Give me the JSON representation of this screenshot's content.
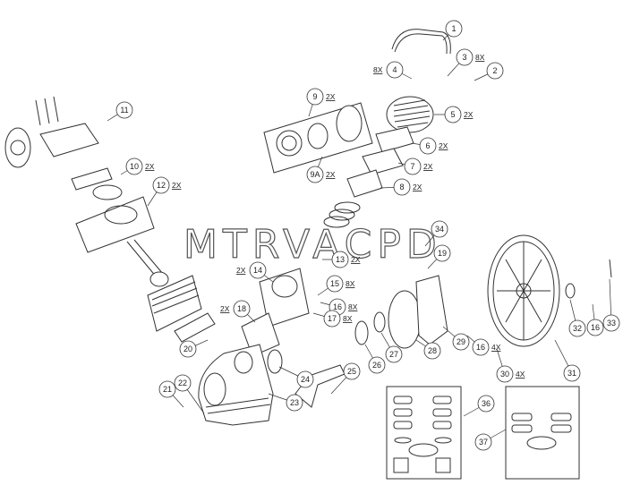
{
  "watermark": "MTRVACPD",
  "callouts": [
    {
      "id": "1",
      "qty": ""
    },
    {
      "id": "2",
      "qty": ""
    },
    {
      "id": "3",
      "qty": "8X"
    },
    {
      "id": "4",
      "qty": "8X"
    },
    {
      "id": "5",
      "qty": "2X"
    },
    {
      "id": "6",
      "qty": "2X"
    },
    {
      "id": "7",
      "qty": "2X"
    },
    {
      "id": "8",
      "qty": "2X"
    },
    {
      "id": "9",
      "qty": "2X"
    },
    {
      "id": "9A",
      "qty": "2X"
    },
    {
      "id": "10",
      "qty": "2X"
    },
    {
      "id": "11",
      "qty": ""
    },
    {
      "id": "12",
      "qty": "2X"
    },
    {
      "id": "13",
      "qty": "2X"
    },
    {
      "id": "14",
      "qty": "2X"
    },
    {
      "id": "15",
      "qty": "8X"
    },
    {
      "id": "16",
      "qty": "8X"
    },
    {
      "id": "17",
      "qty": "8X"
    },
    {
      "id": "18",
      "qty": "2X"
    },
    {
      "id": "19",
      "qty": ""
    },
    {
      "id": "20",
      "qty": ""
    },
    {
      "id": "21",
      "qty": ""
    },
    {
      "id": "22",
      "qty": ""
    },
    {
      "id": "23",
      "qty": ""
    },
    {
      "id": "24",
      "qty": ""
    },
    {
      "id": "25",
      "qty": ""
    },
    {
      "id": "26",
      "qty": ""
    },
    {
      "id": "27",
      "qty": ""
    },
    {
      "id": "28",
      "qty": ""
    },
    {
      "id": "29",
      "qty": ""
    },
    {
      "id": "30",
      "qty": "4X"
    },
    {
      "id": "31",
      "qty": ""
    },
    {
      "id": "32",
      "qty": ""
    },
    {
      "id": "33",
      "qty": ""
    },
    {
      "id": "34",
      "qty": ""
    },
    {
      "id": "16",
      "qty": "4X"
    },
    {
      "id": "16",
      "qty": ""
    },
    {
      "id": "36",
      "qty": ""
    },
    {
      "id": "37",
      "qty": ""
    }
  ]
}
